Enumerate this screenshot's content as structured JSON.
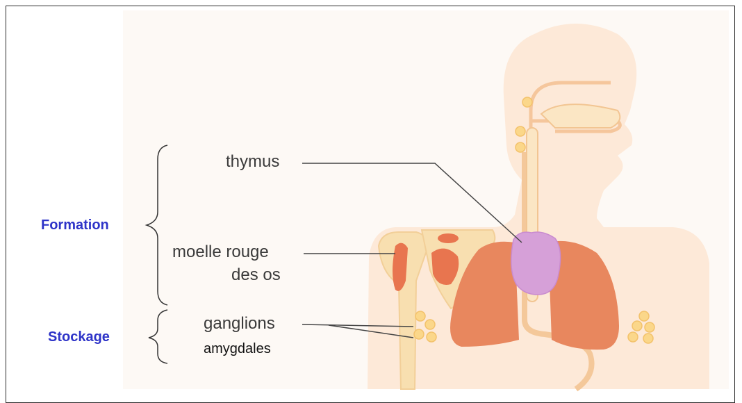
{
  "categories": {
    "formation": "Formation",
    "stockage": "Stockage"
  },
  "labels": {
    "thymus": "thymus",
    "moelle_line1": "moelle rouge",
    "moelle_line2": "des os",
    "ganglions": "ganglions",
    "amygdales": "amygdales"
  },
  "colors": {
    "category_text": "#2e34c8",
    "skin": "#fde9d8",
    "organ": "#e8875e",
    "thymus": "#d6a0d8",
    "bone": "#f8dfb0",
    "lymph_node": "#fbd78a"
  }
}
